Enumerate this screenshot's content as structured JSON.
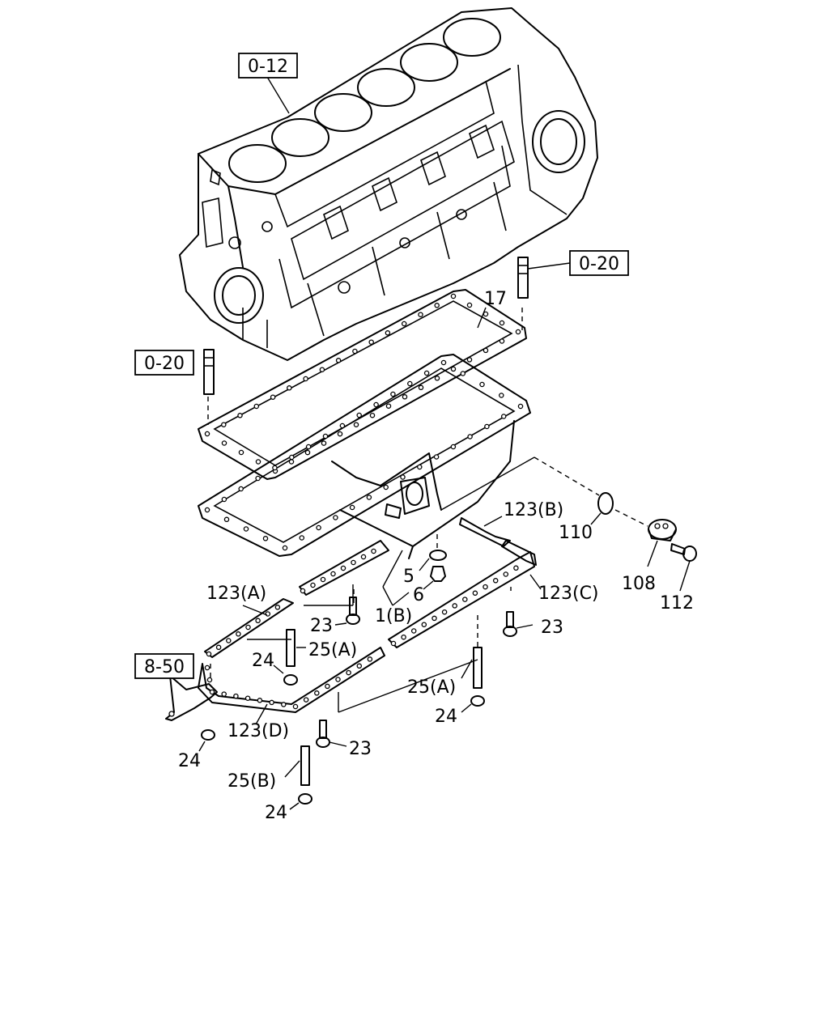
{
  "references": {
    "block": "0-12",
    "stud_right": "0-20",
    "stud_left": "0-20",
    "bracket": "8-50"
  },
  "callouts": {
    "gasket_17": "17",
    "gasket_123b": "123(B)",
    "oring_110": "110",
    "cover_108": "108",
    "bolt_112": "112",
    "oring_5": "5",
    "plug_6": "6",
    "pan_1b": "1(B)",
    "gasket_123a": "123(A)",
    "gasket_123c": "123(C)",
    "bolt_23_a": "23",
    "bolt_23_b": "23",
    "bolt_23_c": "23",
    "stud_25a_left": "25(A)",
    "stud_25a_right": "25(A)",
    "stud_25b": "25(B)",
    "nut_24_a": "24",
    "nut_24_b": "24",
    "nut_24_c": "24",
    "nut_24_d": "24",
    "gasket_123d": "123(D)"
  }
}
